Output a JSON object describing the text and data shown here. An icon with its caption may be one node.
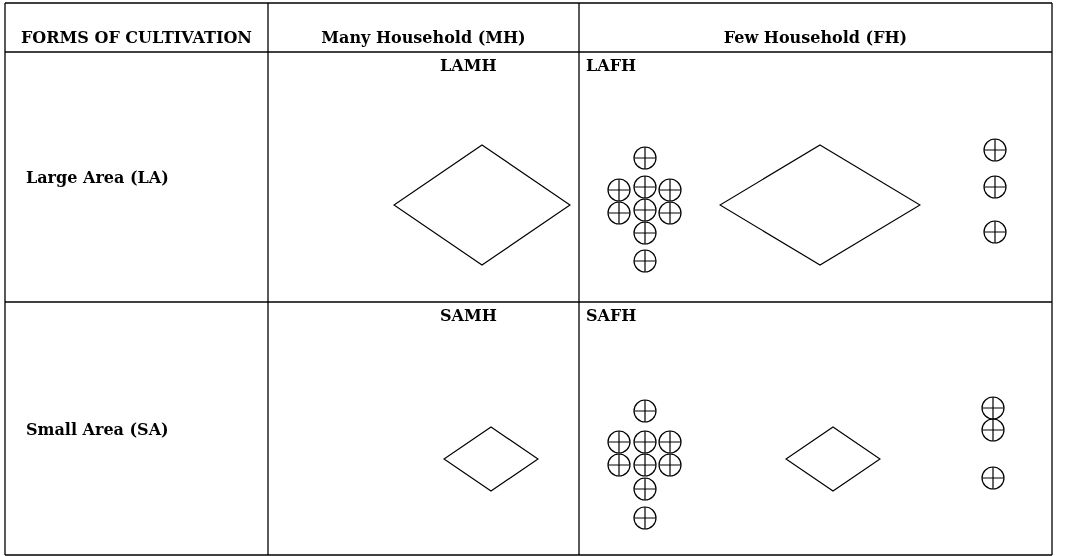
{
  "diagram": {
    "labels": [
      "FORMS OF CULTIVATION",
      "Many Household (MH)",
      "Few Household (FH)",
      "Large Area (LA)",
      "LAMH",
      "LAFH",
      "Small Area (SA)",
      "SAMH",
      "SAFH"
    ]
  }
}
